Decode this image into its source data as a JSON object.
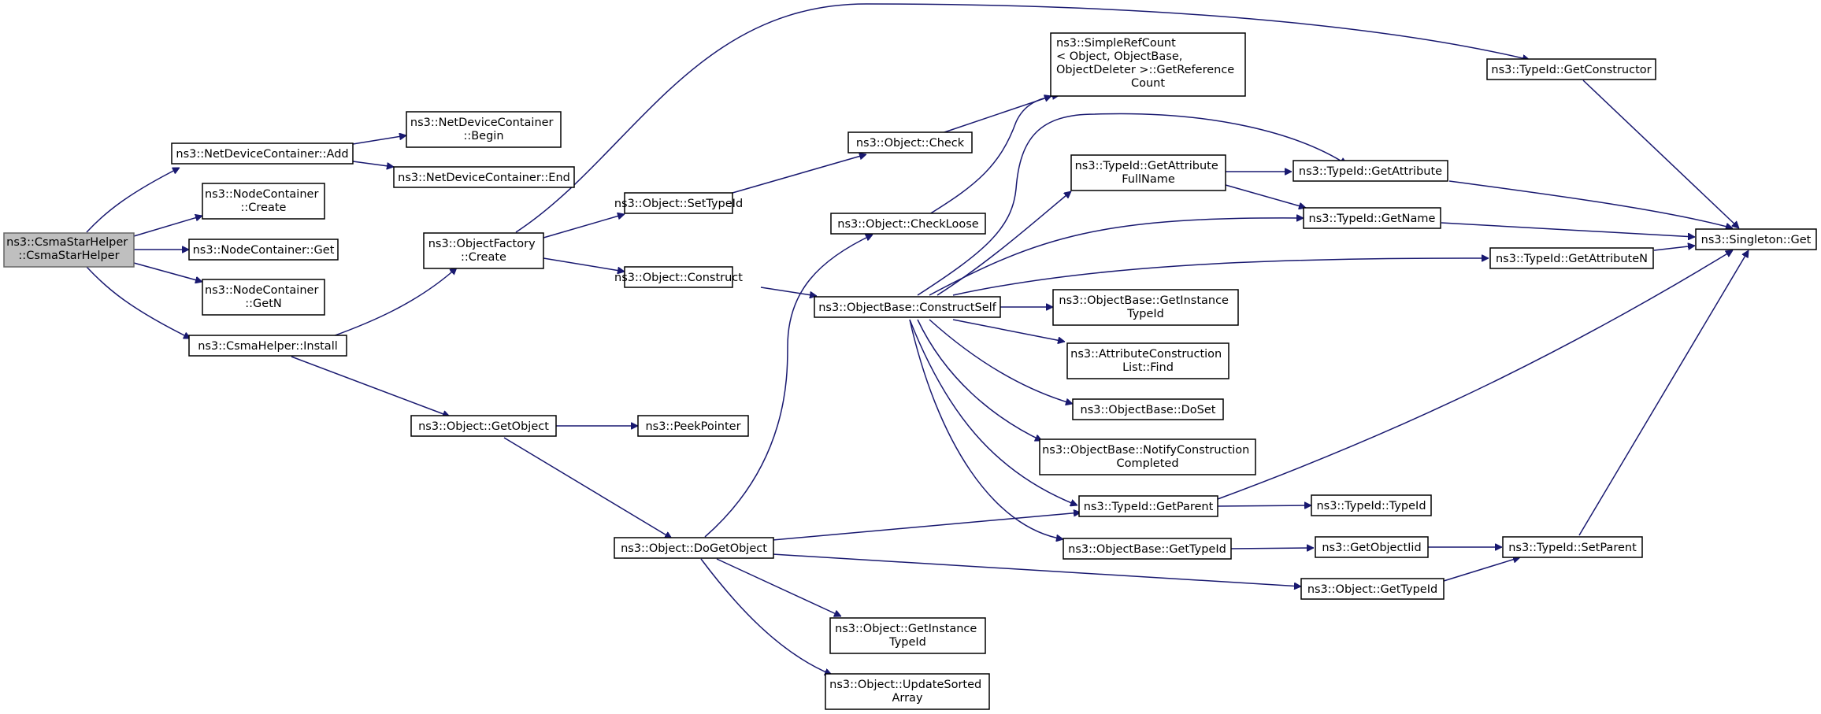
{
  "colors": {
    "edge": "#191970",
    "root_fill": "#bfbfbf",
    "node_fill": "#ffffff",
    "node_stroke": "#000000"
  },
  "nodes": {
    "root": [
      "ns3::CsmaStarHelper",
      "::CsmaStarHelper"
    ],
    "ndc_add": [
      "ns3::NetDeviceContainer::Add"
    ],
    "nc_create": [
      "ns3::NodeContainer",
      "::Create"
    ],
    "nc_get": [
      "ns3::NodeContainer::Get"
    ],
    "nc_getn": [
      "ns3::NodeContainer",
      "::GetN"
    ],
    "csma_install": [
      "ns3::CsmaHelper::Install"
    ],
    "ndc_begin": [
      "ns3::NetDeviceContainer",
      "::Begin"
    ],
    "ndc_end": [
      "ns3::NetDeviceContainer::End"
    ],
    "of_create": [
      "ns3::ObjectFactory",
      "::Create"
    ],
    "obj_getobject": [
      "ns3::Object::GetObject"
    ],
    "peekpointer": [
      "ns3::PeekPointer"
    ],
    "obj_settypeid": [
      "ns3::Object::SetTypeId"
    ],
    "obj_construct": [
      "ns3::Object::Construct"
    ],
    "obj_dogetobject": [
      "ns3::Object::DoGetObject"
    ],
    "obj_check": [
      "ns3::Object::Check"
    ],
    "obj_checkloose": [
      "ns3::Object::CheckLoose"
    ],
    "ob_constructself": [
      "ns3::ObjectBase::ConstructSelf"
    ],
    "obj_getinstancetypeid": [
      "ns3::Object::GetInstance",
      "TypeId"
    ],
    "obj_updatesorted": [
      "ns3::Object::UpdateSorted",
      "Array"
    ],
    "srefcount": [
      "ns3::SimpleRefCount",
      "< Object, ObjectBase,",
      " ObjectDeleter >::GetReference",
      "Count"
    ],
    "tid_getattrfullname": [
      "ns3::TypeId::GetAttribute",
      "FullName"
    ],
    "ob_getinstancetypeid": [
      "ns3::ObjectBase::GetInstance",
      "TypeId"
    ],
    "acl_find": [
      "ns3::AttributeConstruction",
      "List::Find"
    ],
    "ob_doset": [
      "ns3::ObjectBase::DoSet"
    ],
    "ob_notify": [
      "ns3::ObjectBase::NotifyConstruction",
      "Completed"
    ],
    "tid_getparent": [
      "ns3::TypeId::GetParent"
    ],
    "ob_gettypeid": [
      "ns3::ObjectBase::GetTypeId"
    ],
    "tid_getconstructor": [
      "ns3::TypeId::GetConstructor"
    ],
    "tid_getattribute": [
      "ns3::TypeId::GetAttribute"
    ],
    "tid_getname": [
      "ns3::TypeId::GetName"
    ],
    "tid_getattributen": [
      "ns3::TypeId::GetAttributeN"
    ],
    "tid_typeid": [
      "ns3::TypeId::TypeId"
    ],
    "getobjectiid": [
      "ns3::GetObjectIid"
    ],
    "obj_gettypeid": [
      "ns3::Object::GetTypeId"
    ],
    "tid_setparent": [
      "ns3::TypeId::SetParent"
    ],
    "singleton_get": [
      "ns3::Singleton::Get"
    ]
  }
}
